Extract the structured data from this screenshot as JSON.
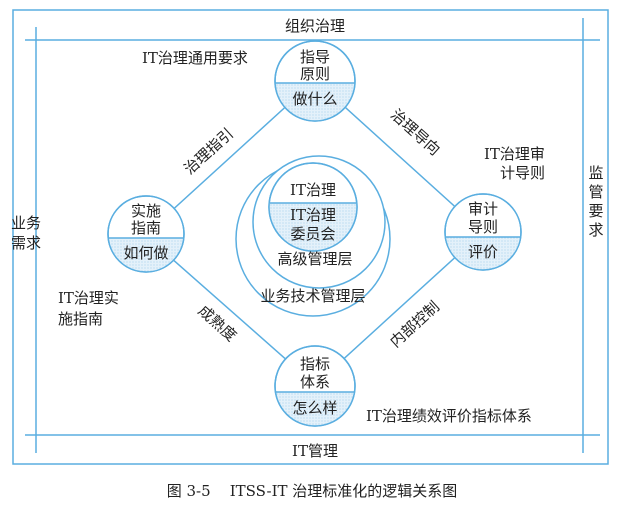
{
  "frame": {
    "top": "组织治理",
    "bottom": "IT管理",
    "left_line1": "业务",
    "left_line2": "需求",
    "right": [
      "监",
      "管",
      "要",
      "求"
    ]
  },
  "nodes": {
    "top": {
      "line1": "指导",
      "line2": "原则",
      "bottom": "做什么"
    },
    "left": {
      "line1": "实施",
      "line2": "指南",
      "bottom": "如何做"
    },
    "right": {
      "line1": "审计",
      "line2": "导则",
      "bottom": "评价"
    },
    "bottom": {
      "line1": "指标",
      "line2": "体系",
      "bottom": "怎么样"
    }
  },
  "center": {
    "inner_top": "IT治理",
    "inner_bottom1": "IT治理",
    "inner_bottom2": "委员会",
    "middle": "高级管理层",
    "outer": "业务技术管理层"
  },
  "edges": {
    "top_left": "治理指引",
    "top_right": "治理导向",
    "bottom_left": "成熟度",
    "bottom_right": "内部控制"
  },
  "annotations": {
    "general": "IT治理通用要求",
    "audit1": "IT治理审",
    "audit2": "计导则",
    "impl1": "IT治理实",
    "impl2": "施指南",
    "perf": "IT治理绩效评价指标体系"
  },
  "caption": "图 3-5    ITSS-IT 治理标准化的逻辑关系图",
  "colors": {
    "line": "#5aaee0",
    "fill": "#d6ebf7"
  }
}
